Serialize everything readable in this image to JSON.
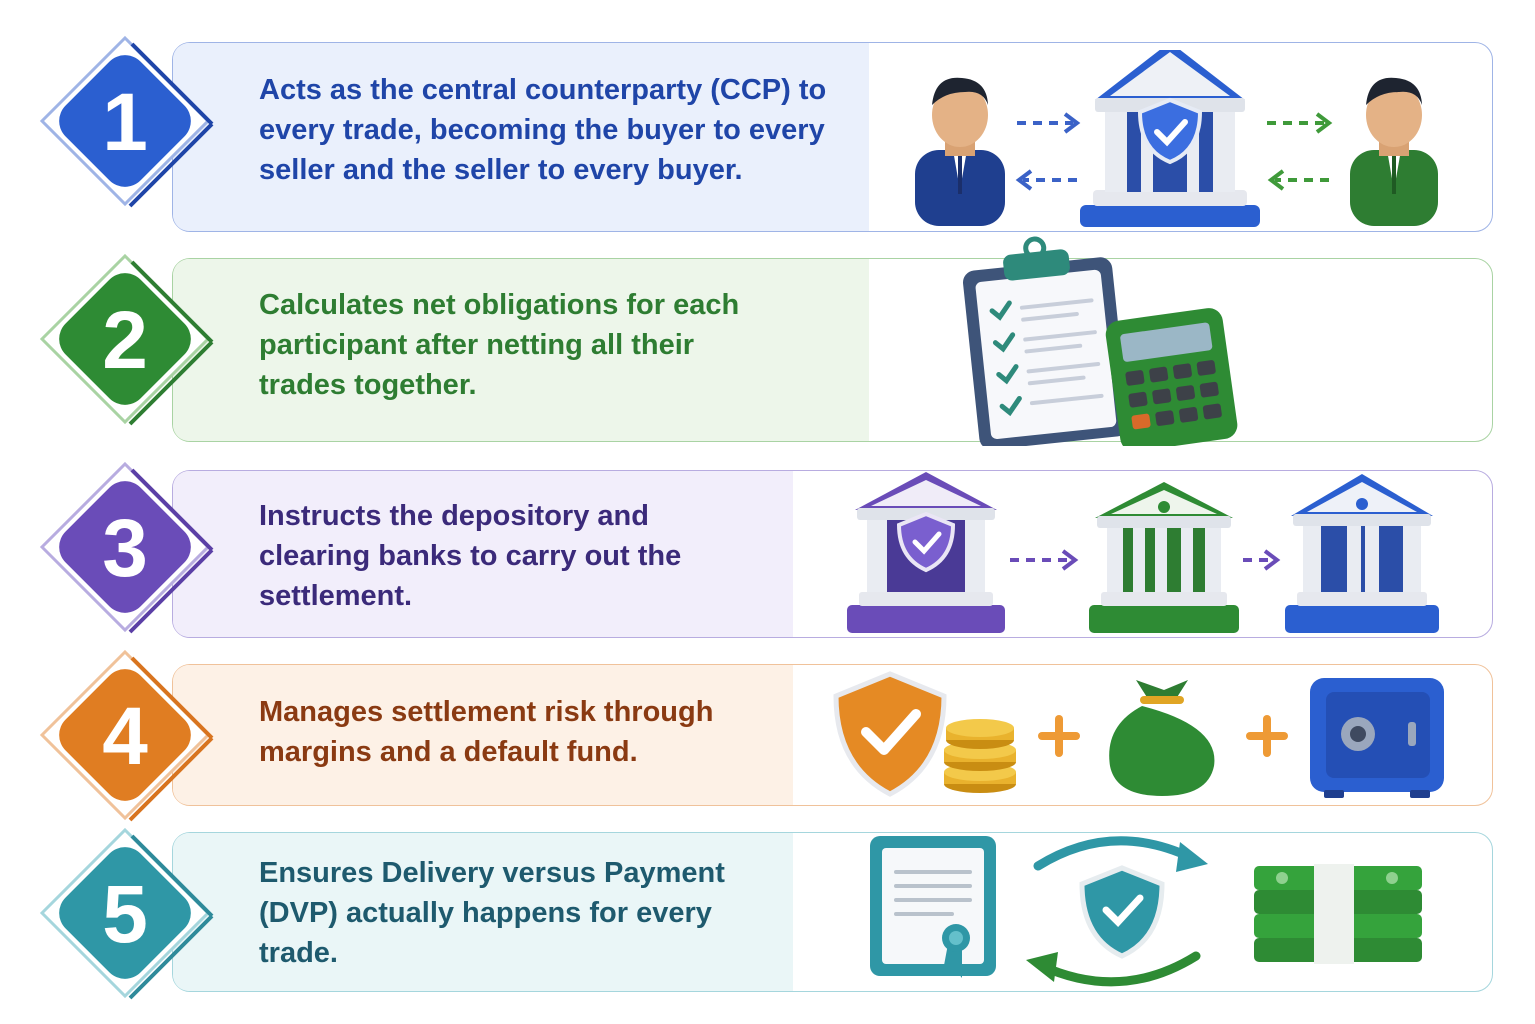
{
  "steps": [
    {
      "number": "1",
      "text": "Acts as the central counterparty (CCP) to every trade, becoming the buyer to every seller and the seller to every buyer.",
      "color": "#1f45a8",
      "border": "#9fb4e6",
      "tint": "#eaf0fc"
    },
    {
      "number": "2",
      "text": "Calculates net obligations for each participant after netting all their trades together.",
      "color": "#2e7d32",
      "border": "#a9d3a3",
      "tint": "#edf6ea"
    },
    {
      "number": "3",
      "text": "Instructs the depository and clearing banks to carry out the settlement.",
      "color": "#3b2a7a",
      "border": "#b8ace0",
      "tint": "#f2eefb"
    },
    {
      "number": "4",
      "text": "Manages settlement risk through margins and a default fund.",
      "color": "#8a3a12",
      "border": "#f0c29a",
      "tint": "#fdf1e6"
    },
    {
      "number": "5",
      "text": "Ensures Delivery versus Payment (DVP) actually happens for every trade.",
      "color": "#1e5a6e",
      "border": "#a5d6dd",
      "tint": "#eaf6f7"
    }
  ],
  "icons": {
    "step1": [
      "buyer-person-icon",
      "ccp-bank-shield-icon",
      "seller-person-icon"
    ],
    "step2": [
      "clipboard-checklist-icon",
      "calculator-icon"
    ],
    "step3": [
      "depository-bank-icon",
      "clearing-bank-green-icon",
      "clearing-bank-blue-icon"
    ],
    "step4": [
      "margin-shield-icon",
      "coins-icon",
      "money-bag-icon",
      "vault-safe-icon"
    ],
    "step5": [
      "certificate-icon",
      "dvp-exchange-shield-icon",
      "cash-stack-icon"
    ]
  }
}
